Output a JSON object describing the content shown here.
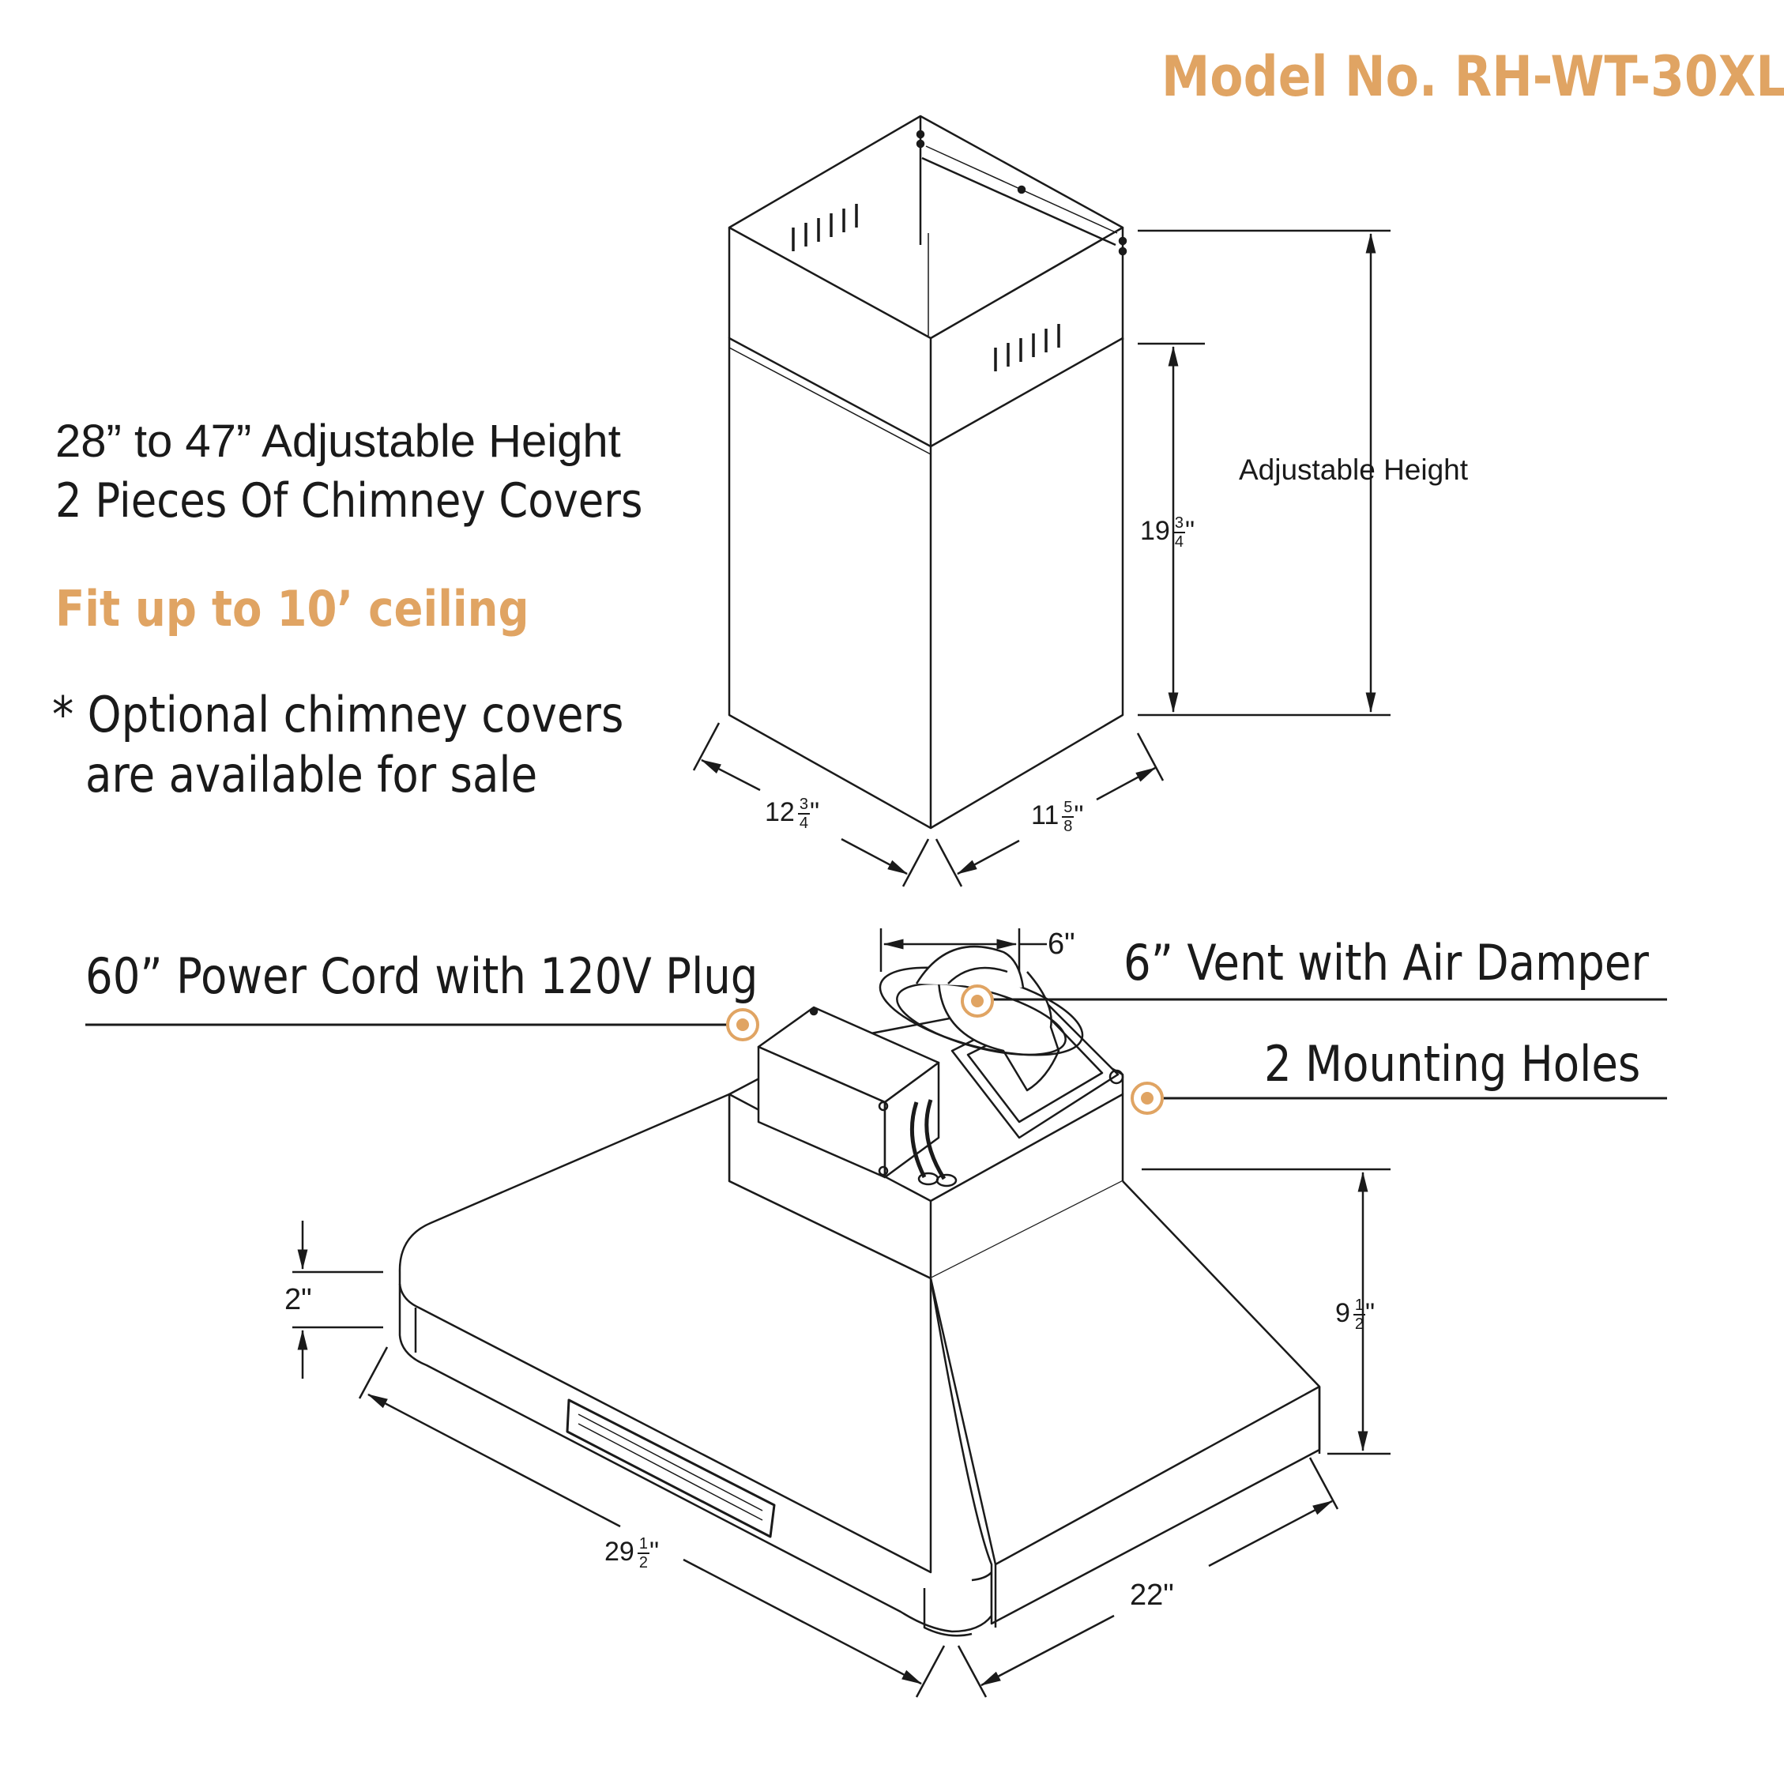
{
  "model_title": "Model No. RH-WT-30XL",
  "left_notes": {
    "height_range": "28” to 47” Adjustable Height",
    "chimney_pieces": "2 Pieces Of Chimney Covers",
    "ceiling_fit": "Fit up to 10’ ceiling",
    "optional_line1": "* Optional chimney covers",
    "optional_line2": "are available for sale"
  },
  "chimney_dims": {
    "adjustable_label": "Adjustable Height",
    "height_whole": "19",
    "height_num": "3",
    "height_den": "4",
    "height_unit": "\"",
    "width_whole": "12",
    "width_num": "3",
    "width_den": "4",
    "width_unit": "\"",
    "depth_whole": "11",
    "depth_num": "5",
    "depth_den": "8",
    "depth_unit": "\""
  },
  "hood_callouts": {
    "power_cord": "60” Power Cord with 120V Plug",
    "vent": "6” Vent with Air Damper",
    "mounting": "2 Mounting Holes",
    "vent_width": "6\""
  },
  "hood_dims": {
    "edge_height": "2\"",
    "body_height_whole": "9",
    "body_height_num": "1",
    "body_height_den": "2",
    "body_height_unit": "\"",
    "width_whole": "29",
    "width_num": "1",
    "width_den": "2",
    "width_unit": "\"",
    "depth": "22\""
  },
  "colors": {
    "accent": "#e0a463",
    "line": "#1a1a1a"
  }
}
